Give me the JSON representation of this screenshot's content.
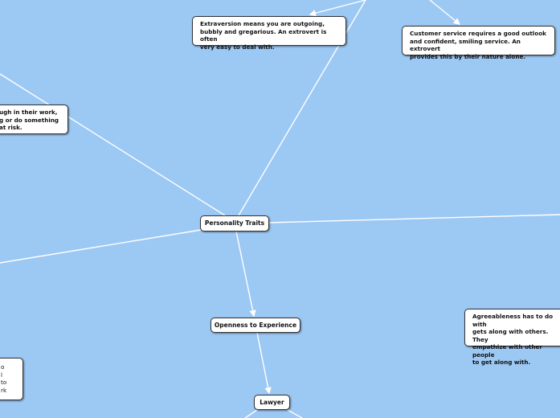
{
  "background_color": "#9cc8f4",
  "nodes": {
    "central": "Personality Traits",
    "openness": "Openness to Experience",
    "lawyer": "Lawyer",
    "extraversion": "Extraversion means you are outgoing,\nbubbly and gregarious. An extrovert is often\nvery easy to deal with.",
    "customer_service": "Customer service requires a good outlook\nand confident, smiling service. An extrovert\nprovides this by their nature alone.",
    "left_note": "ugh in their work,\ng or do something\nat risk.",
    "agreeableness": "Agreeableness has to do with\ngets along with others. They\nempathize with other people\nto get along with.",
    "bottom_left_note": "o\nl\nto\nrk"
  }
}
